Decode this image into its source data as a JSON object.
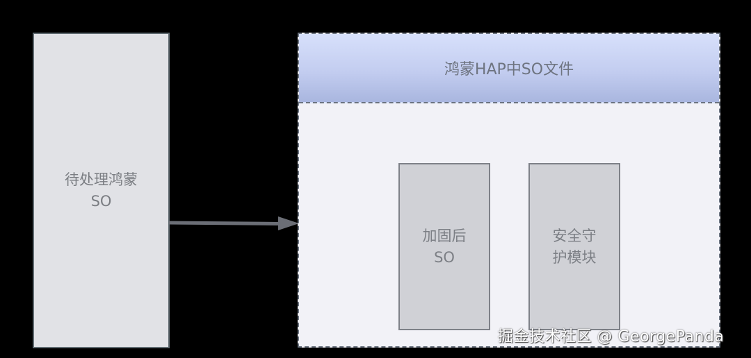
{
  "diagram": {
    "source_box": {
      "line1": "待处理鸿蒙",
      "line2": "SO"
    },
    "target_container": {
      "title": "鸿蒙HAP中SO文件",
      "children": [
        {
          "line1": "加固后",
          "line2": "SO"
        },
        {
          "line1": "安全守",
          "line2": "护模块"
        }
      ]
    },
    "edges": [
      {
        "from": "待处理鸿蒙SO",
        "to": "鸿蒙HAP中SO文件",
        "style": "solid-arrow"
      }
    ],
    "colors": {
      "background": "#000000",
      "source_fill": "#e1e2e6",
      "container_fill": "#f2f2f7",
      "header_gradient_top": "#d7e0fb",
      "header_gradient_bottom": "#a9b6df",
      "inner_fill": "#d0d1d6",
      "arrow": "#6b6e76"
    }
  },
  "watermark": "掘金技术社区 @ GeorgePanda"
}
